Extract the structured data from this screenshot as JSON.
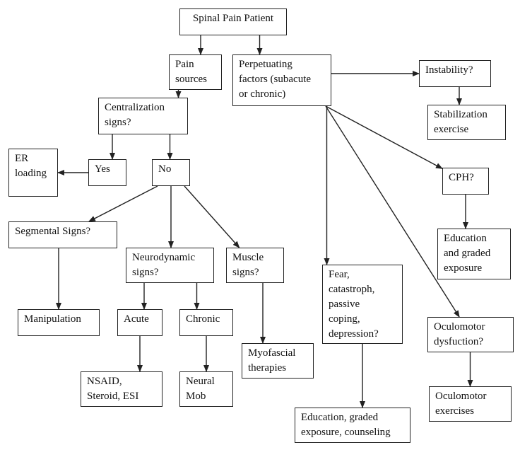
{
  "nodes": {
    "spinal_pain_patient": [
      "Spinal Pain Patient"
    ],
    "pain_sources": [
      "Pain",
      "sources"
    ],
    "perpetuating_factors": [
      "Perpetuating",
      "factors (subacute",
      "or chronic)"
    ],
    "instability": [
      "Instability?"
    ],
    "stabilization_exercise": [
      "Stabilization",
      "exercise"
    ],
    "centralization_signs": [
      "Centralization",
      "signs?"
    ],
    "er_loading": [
      "ER",
      "loading"
    ],
    "yes": [
      "Yes"
    ],
    "no": [
      "No"
    ],
    "cph": [
      "CPH?"
    ],
    "education_graded_exposure": [
      "Education",
      "and graded",
      "exposure"
    ],
    "segmental_signs": [
      "Segmental Signs?"
    ],
    "neurodynamic_signs": [
      "Neurodynamic",
      "signs?"
    ],
    "muscle_signs": [
      "Muscle",
      "signs?"
    ],
    "fear_catastroph": [
      "Fear,",
      "catastroph,",
      "passive",
      "coping,",
      "depression?"
    ],
    "manipulation": [
      "Manipulation"
    ],
    "acute": [
      "Acute"
    ],
    "chronic": [
      "Chronic"
    ],
    "oculomotor_dysfunction": [
      "Oculomotor",
      "dysfuction?"
    ],
    "myofascial_therapies": [
      "Myofascial",
      "therapies"
    ],
    "nsaid": [
      "NSAID,",
      "Steroid, ESI"
    ],
    "neural_mob": [
      "Neural",
      "Mob"
    ],
    "oculomotor_exercises": [
      "Oculomotor",
      "exercises"
    ],
    "education_counseling": [
      "Education, graded",
      "exposure, counseling"
    ]
  },
  "edges": [
    [
      "spinal_pain_patient",
      "pain_sources"
    ],
    [
      "spinal_pain_patient",
      "perpetuating_factors"
    ],
    [
      "pain_sources",
      "centralization_signs"
    ],
    [
      "centralization_signs",
      "yes"
    ],
    [
      "centralization_signs",
      "no"
    ],
    [
      "yes",
      "er_loading"
    ],
    [
      "no",
      "segmental_signs"
    ],
    [
      "no",
      "neurodynamic_signs"
    ],
    [
      "no",
      "muscle_signs"
    ],
    [
      "segmental_signs",
      "manipulation"
    ],
    [
      "neurodynamic_signs",
      "acute"
    ],
    [
      "neurodynamic_signs",
      "chronic"
    ],
    [
      "acute",
      "nsaid"
    ],
    [
      "chronic",
      "neural_mob"
    ],
    [
      "muscle_signs",
      "myofascial_therapies"
    ],
    [
      "perpetuating_factors",
      "instability"
    ],
    [
      "instability",
      "stabilization_exercise"
    ],
    [
      "perpetuating_factors",
      "cph"
    ],
    [
      "cph",
      "education_graded_exposure"
    ],
    [
      "perpetuating_factors",
      "fear_catastroph"
    ],
    [
      "fear_catastroph",
      "education_counseling"
    ],
    [
      "perpetuating_factors",
      "oculomotor_dysfunction"
    ],
    [
      "oculomotor_dysfunction",
      "oculomotor_exercises"
    ]
  ],
  "colors": {
    "stroke": "#222222",
    "background": "#ffffff"
  }
}
